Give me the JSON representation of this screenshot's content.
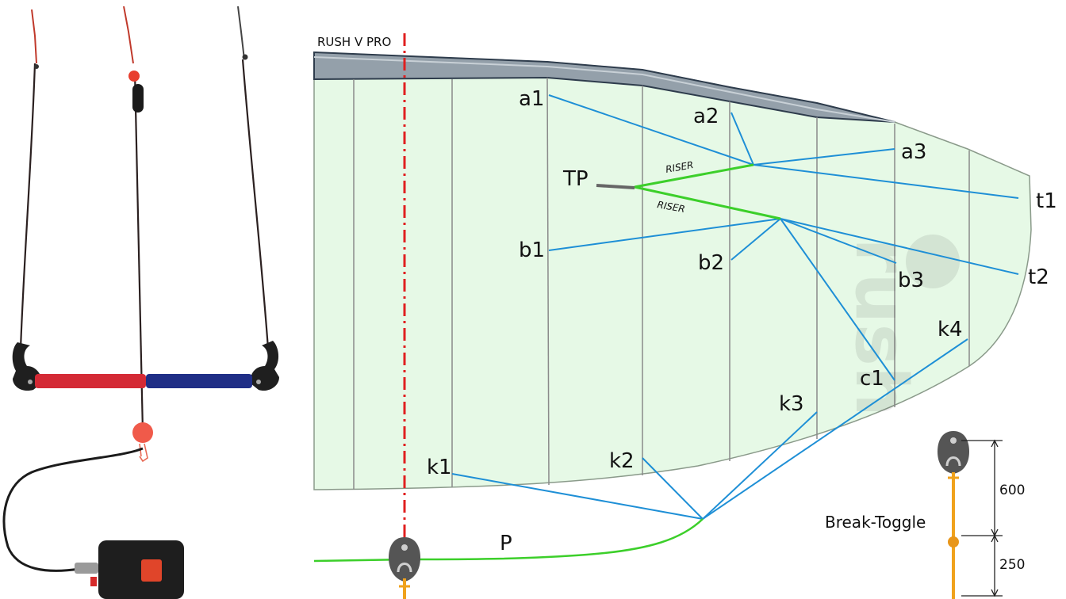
{
  "diagram": {
    "title": "RUSH V PRO",
    "line_labels": {
      "a1": "a1",
      "a2": "a2",
      "a3": "a3",
      "b1": "b1",
      "b2": "b2",
      "b3": "b3",
      "t1": "t1",
      "t2": "t2",
      "c1": "c1",
      "k1": "k1",
      "k2": "k2",
      "k3": "k3",
      "k4": "k4",
      "tp": "TP",
      "p": "P"
    },
    "riser_labels": [
      "RISER",
      "RISER"
    ],
    "break_toggle": {
      "label": "Break-Toggle",
      "dim_upper": "600",
      "dim_lower": "250"
    },
    "watermark": "rush",
    "colors": {
      "canopy_fill": "#e6f9e6",
      "leading_edge": "#94a0aa",
      "line_blue": "#1e8fd6",
      "riser_green": "#3ccf2a",
      "centerline_red": "#e02020",
      "toggle_orange": "#f0a21c",
      "bar_red": "#d42a35",
      "bar_blue": "#1f2e86"
    }
  }
}
